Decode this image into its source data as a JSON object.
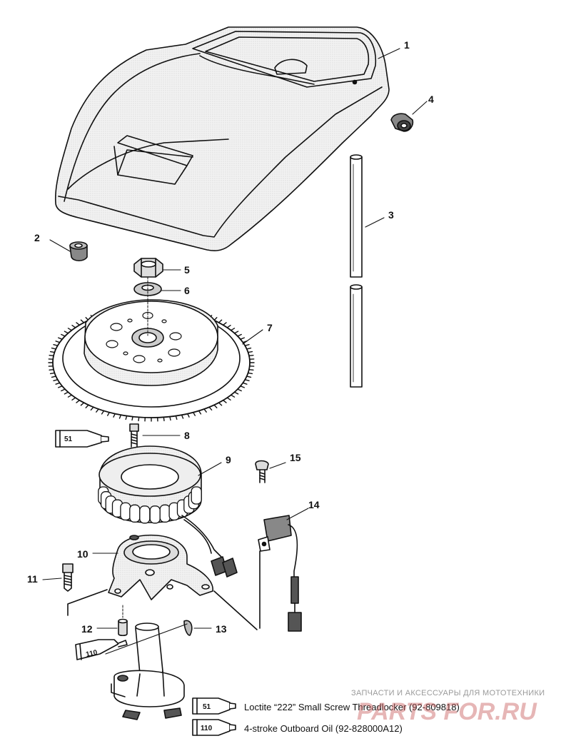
{
  "callouts": [
    "1",
    "2",
    "3",
    "4",
    "5",
    "6",
    "7",
    "8",
    "9",
    "10",
    "11",
    "12",
    "13",
    "14",
    "15"
  ],
  "tube_labels": {
    "loctite": "51",
    "oil": "110"
  },
  "legend": [
    {
      "code": "51",
      "text": "Loctite “222” Small Screw Threadlocker  (92-809818)"
    },
    {
      "code": "110",
      "text": "4-stroke Outboard Oil (92-828000A12)"
    }
  ],
  "watermark": {
    "caption": "ЗАПЧАСТИ И АКСЕССУАРЫ ДЛЯ МОТОТЕХНИКИ",
    "logo": "PARTS FOR.RU"
  }
}
